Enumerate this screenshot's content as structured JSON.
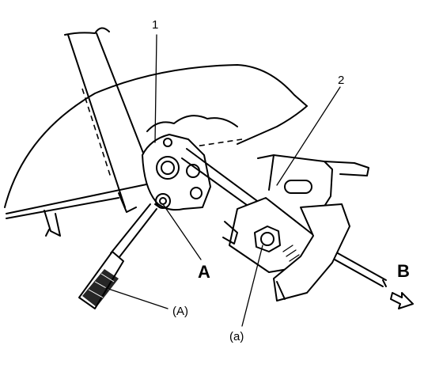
{
  "labels": {
    "part_1": "1",
    "part_2": "2",
    "point_a": "A",
    "direction_b": "B",
    "tool_a": "(A)",
    "bolt_a": "(a)"
  },
  "colors": {
    "ink": "#000000",
    "paper": "#ffffff"
  }
}
